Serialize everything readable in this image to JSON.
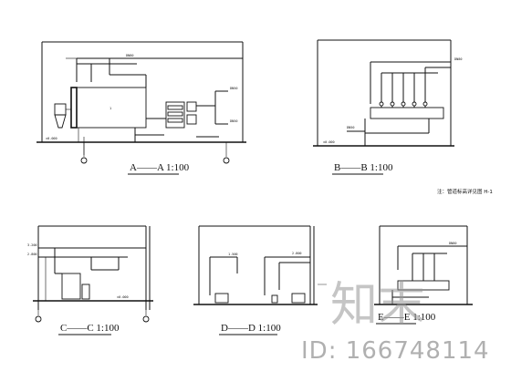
{
  "drawing": {
    "views": [
      {
        "id": "A",
        "caption": "A——A 1:100"
      },
      {
        "id": "B",
        "caption": "B——B 1:100"
      },
      {
        "id": "C",
        "caption": "C——C 1:100"
      },
      {
        "id": "D",
        "caption": "D——D 1:100"
      },
      {
        "id": "E",
        "caption": "E——E 1:100"
      }
    ],
    "note": "注：管道标高详见图 H-1"
  },
  "watermark": {
    "logo_text": "知末",
    "id_text": "ID: 166748114"
  }
}
